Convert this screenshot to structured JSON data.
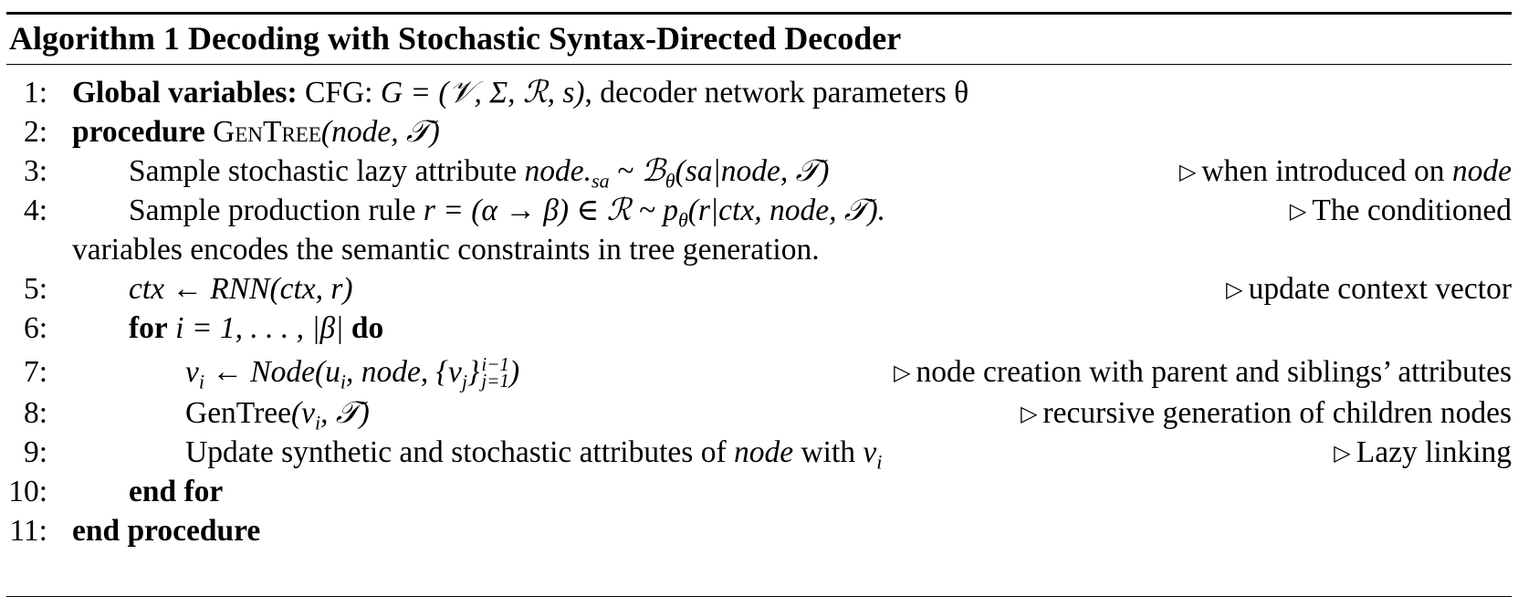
{
  "algorithm": {
    "title": "Algorithm 1 Decoding with Stochastic Syntax-Directed Decoder",
    "lines": [
      {
        "num": "1:",
        "keyword": "Global variables:",
        "text": " CFG: "
      },
      {
        "num": "2:",
        "keyword": "procedure",
        "proc_name": "GenTree"
      },
      {
        "num": "3:",
        "text": "Sample stochastic lazy attribute ",
        "comment": "when introduced on "
      },
      {
        "num": "4:",
        "text": "Sample production rule ",
        "comment": "The conditioned",
        "continuation": "variables encodes the semantic constraints in tree generation."
      },
      {
        "num": "5:",
        "comment": "update context vector"
      },
      {
        "num": "6:",
        "keyword": "for",
        "keyword_end": "do"
      },
      {
        "num": "7:",
        "comment": "node creation with parent and siblings’ attributes"
      },
      {
        "num": "8:",
        "text": "GenTree",
        "comment": "recursive generation of children nodes"
      },
      {
        "num": "9:",
        "text": "Update synthetic and stochastic attributes of ",
        "text_mid": " with ",
        "comment": "Lazy linking"
      },
      {
        "num": "10:",
        "keyword": "end for"
      },
      {
        "num": "11:",
        "keyword": "end procedure"
      }
    ]
  },
  "math": {
    "grammar": "G = (𝒱, Σ, ℛ, s)",
    "decoder_params": ", decoder network parameters θ",
    "proc_args": "(node, 𝒯)",
    "lazy_attr": "node.",
    "lazy_attr_sub": "sa",
    "lazy_dist": " ~ ℬ",
    "lazy_dist_sub": "θ",
    "lazy_dist_args": "(sa|node, 𝒯)",
    "node": "node",
    "rule": "r = (α → β) ∈ ℛ ~ p",
    "rule_sub": "θ",
    "rule_args": "(r|ctx, node, 𝒯).",
    "ctx_update": "ctx ← RNN(ctx, r)",
    "loop_range": " i = 1, . . . , |β| ",
    "vi_assign": "v",
    "vi_sub": "i",
    "node_call": " ← Node(u",
    "node_call_sub": "i",
    "node_call_rest": ", node, {v",
    "node_call_sub2": "j",
    "node_call_close": "}",
    "set_sup": "i−1",
    "set_sub": "j=1",
    "node_call_end": ")",
    "gentree_args_pre": "(v",
    "gentree_args_sub": "i",
    "gentree_args_post": ", 𝒯)",
    "link_v": "v",
    "link_v_sub": "i"
  }
}
